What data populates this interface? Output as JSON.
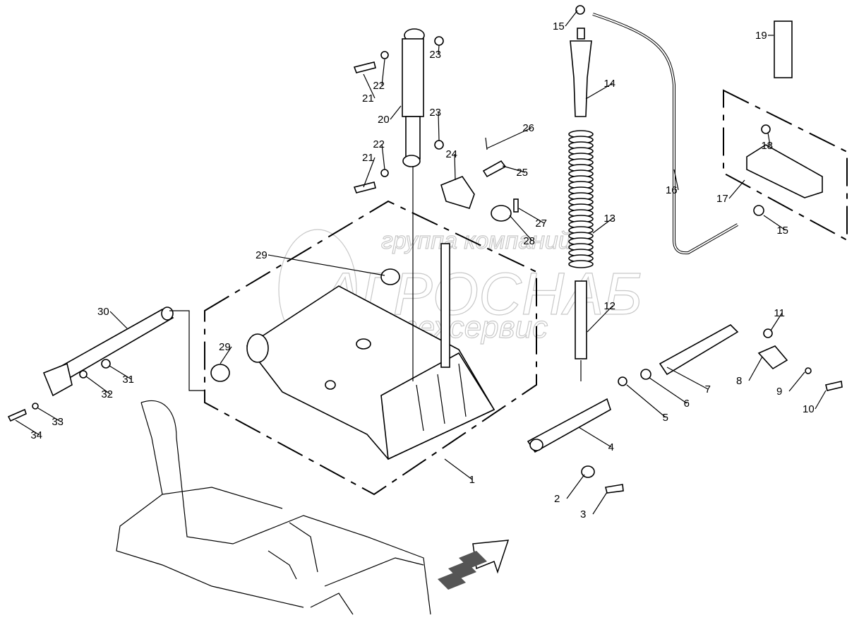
{
  "diagram": {
    "type": "exploded parts diagram",
    "watermark": {
      "line1": "группа компаний",
      "line2": "АГРОСНАБ",
      "line3": "техсервис"
    },
    "callouts": [
      {
        "id": "c15a",
        "text": "15"
      },
      {
        "id": "c19",
        "text": "19"
      },
      {
        "id": "c23a",
        "text": "23"
      },
      {
        "id": "c22a",
        "text": "22"
      },
      {
        "id": "c21a",
        "text": "21"
      },
      {
        "id": "c14",
        "text": "14"
      },
      {
        "id": "c20",
        "text": "20"
      },
      {
        "id": "c23b",
        "text": "23"
      },
      {
        "id": "c26",
        "text": "26"
      },
      {
        "id": "c18",
        "text": "18"
      },
      {
        "id": "c22b",
        "text": "22"
      },
      {
        "id": "c24",
        "text": "24"
      },
      {
        "id": "c21b",
        "text": "21"
      },
      {
        "id": "c25",
        "text": "25"
      },
      {
        "id": "c16",
        "text": "16"
      },
      {
        "id": "c17",
        "text": "17"
      },
      {
        "id": "c27",
        "text": "27"
      },
      {
        "id": "c13",
        "text": "13"
      },
      {
        "id": "c15b",
        "text": "15"
      },
      {
        "id": "c28",
        "text": "28"
      },
      {
        "id": "c29a",
        "text": "29"
      },
      {
        "id": "c12",
        "text": "12"
      },
      {
        "id": "c30",
        "text": "30"
      },
      {
        "id": "c11",
        "text": "11"
      },
      {
        "id": "c29b",
        "text": "29"
      },
      {
        "id": "c31",
        "text": "31"
      },
      {
        "id": "c8",
        "text": "8"
      },
      {
        "id": "c7",
        "text": "7"
      },
      {
        "id": "c32",
        "text": "32"
      },
      {
        "id": "c9",
        "text": "9"
      },
      {
        "id": "c6",
        "text": "6"
      },
      {
        "id": "c5",
        "text": "5"
      },
      {
        "id": "c10",
        "text": "10"
      },
      {
        "id": "c33",
        "text": "33"
      },
      {
        "id": "c34",
        "text": "34"
      },
      {
        "id": "c4",
        "text": "4"
      },
      {
        "id": "c1",
        "text": "1"
      },
      {
        "id": "c2",
        "text": "2"
      },
      {
        "id": "c3",
        "text": "3"
      }
    ]
  }
}
